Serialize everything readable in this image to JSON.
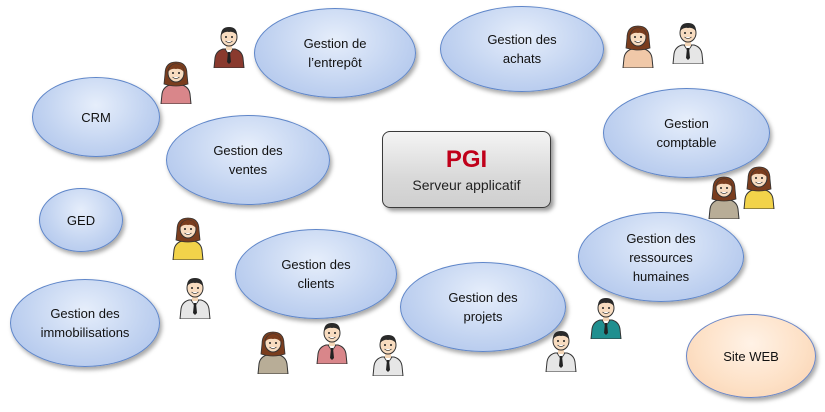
{
  "center": {
    "title": "PGI",
    "subtitle": "Serveur applicatif"
  },
  "modules": {
    "entrepot": "Gestion de\nl’entrepôt",
    "achats": "Gestion des\nachats",
    "crm": "CRM",
    "comptable": "Gestion\ncomptable",
    "ventes": "Gestion des\nventes",
    "ged": "GED",
    "clients": "Gestion des\nclients",
    "rh": "Gestion des\nressources\nhumaines",
    "projets": "Gestion des\nprojets",
    "immobilisations": "Gestion des\nimmobilisations",
    "site_web": "Site WEB"
  },
  "colors": {
    "module_fill": "#c3d4f1",
    "module_border": "#5f86c9",
    "site_web_fill": "#fde0c5",
    "title_red": "#c0001a"
  },
  "people": [
    {
      "id": "p1",
      "kind": "man",
      "shirt": "#8a3a2e"
    },
    {
      "id": "p2",
      "kind": "woman",
      "shirt": "#d9868a"
    },
    {
      "id": "p3",
      "kind": "woman",
      "shirt": "#f0c8a8"
    },
    {
      "id": "p4",
      "kind": "man",
      "shirt": "#e6e6e6"
    },
    {
      "id": "p5",
      "kind": "woman",
      "shirt": "#b8ad97"
    },
    {
      "id": "p6",
      "kind": "woman",
      "shirt": "#f2d34a"
    },
    {
      "id": "p7",
      "kind": "woman",
      "shirt": "#f2d34a"
    },
    {
      "id": "p8",
      "kind": "man",
      "shirt": "#e6e6e6"
    },
    {
      "id": "p9",
      "kind": "man",
      "shirt": "#1f8f8f"
    },
    {
      "id": "p10",
      "kind": "woman",
      "shirt": "#b8ad97"
    },
    {
      "id": "p11",
      "kind": "man",
      "shirt": "#d9868a"
    },
    {
      "id": "p12",
      "kind": "man",
      "shirt": "#e6e6e6"
    },
    {
      "id": "p13",
      "kind": "man",
      "shirt": "#e6e6e6"
    }
  ]
}
